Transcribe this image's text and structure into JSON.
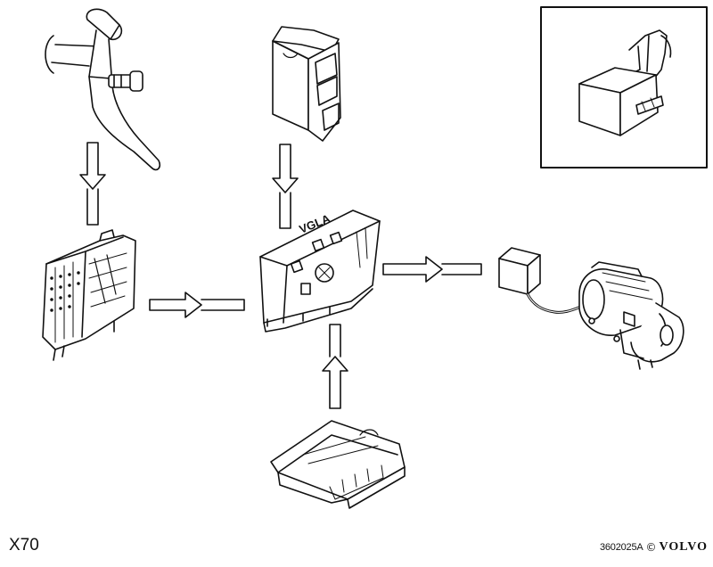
{
  "diagram": {
    "model_label": "X70",
    "reference_code": "3602025A",
    "copyright_symbol": "©",
    "brand_name": "VOLVO",
    "central_module_marking": "VGLA",
    "line_color": "#111111",
    "background_color": "#ffffff",
    "components": [
      {
        "name": "brake-pedal-with-switch",
        "icon": "pedal-icon"
      },
      {
        "name": "engine-control-module",
        "icon": "control-module-icon"
      },
      {
        "name": "relay-module",
        "icon": "relay-icon"
      },
      {
        "name": "central-electronic-module",
        "icon": "cem-icon"
      },
      {
        "name": "airbag-control-module",
        "icon": "srs-module-icon"
      },
      {
        "name": "starter-relay",
        "icon": "relay-icon"
      },
      {
        "name": "starter-motor",
        "icon": "starter-motor-icon"
      },
      {
        "name": "inset-relay-with-bracket",
        "icon": "bracket-relay-icon"
      }
    ],
    "flows": [
      {
        "from": "brake-pedal-with-switch",
        "to": "engine-control-module"
      },
      {
        "from": "engine-control-module",
        "to": "central-electronic-module"
      },
      {
        "from": "relay-module",
        "to": "central-electronic-module"
      },
      {
        "from": "airbag-control-module",
        "to": "central-electronic-module"
      },
      {
        "from": "central-electronic-module",
        "to": "starter-relay"
      }
    ]
  }
}
